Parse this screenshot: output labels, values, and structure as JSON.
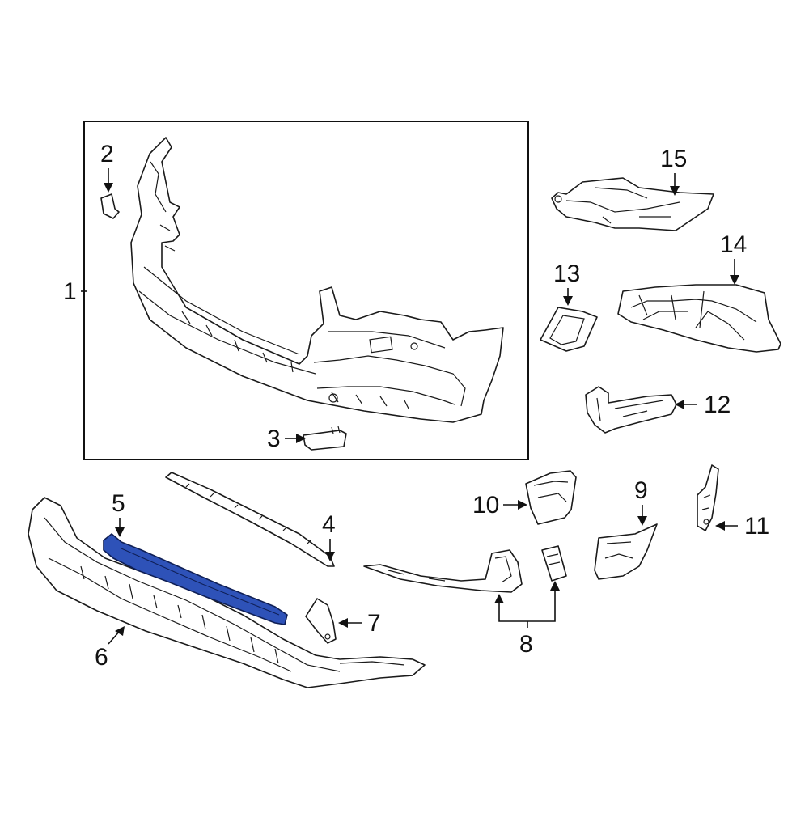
{
  "highlight_color": "#2e52b8",
  "callouts": [
    {
      "id": "c1",
      "text": "1"
    },
    {
      "id": "c2",
      "text": "2"
    },
    {
      "id": "c3",
      "text": "3"
    },
    {
      "id": "c4",
      "text": "4"
    },
    {
      "id": "c5",
      "text": "5"
    },
    {
      "id": "c6",
      "text": "6"
    },
    {
      "id": "c7",
      "text": "7"
    },
    {
      "id": "c8",
      "text": "8"
    },
    {
      "id": "c9",
      "text": "9"
    },
    {
      "id": "c10",
      "text": "10"
    },
    {
      "id": "c11",
      "text": "11"
    },
    {
      "id": "c12",
      "text": "12"
    },
    {
      "id": "c13",
      "text": "13"
    },
    {
      "id": "c14",
      "text": "14"
    },
    {
      "id": "c15",
      "text": "15"
    }
  ]
}
